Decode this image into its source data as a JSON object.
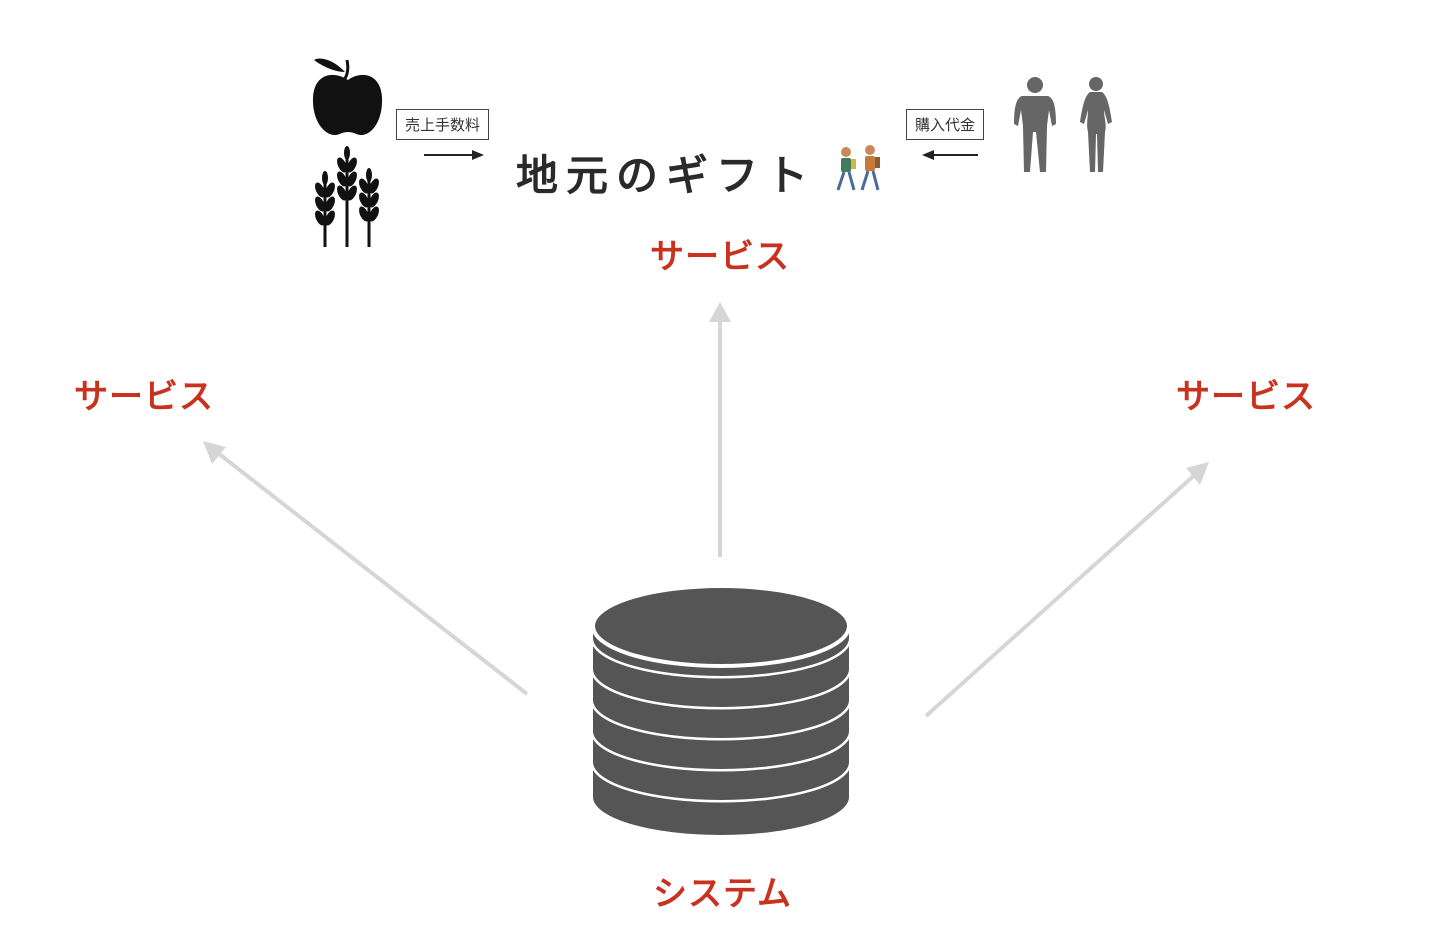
{
  "brand": {
    "name": "地元のギフト"
  },
  "flows": {
    "seller_fee": "売上手数料",
    "buyer_payment": "購入代金"
  },
  "services": {
    "top": "サービス",
    "left": "サービス",
    "right": "サービス"
  },
  "core": {
    "label": "システム"
  },
  "icons": {
    "producer": [
      "apple-icon",
      "wheat-icon"
    ],
    "consumer": [
      "man-silhouette-icon",
      "woman-silhouette-icon"
    ],
    "mascot": "walking-people-icon",
    "core": "database-icon"
  },
  "colors": {
    "accent": "#c8321f",
    "arrow": "#d6d6d6",
    "database": "#555555",
    "silhouette": "#666666"
  }
}
